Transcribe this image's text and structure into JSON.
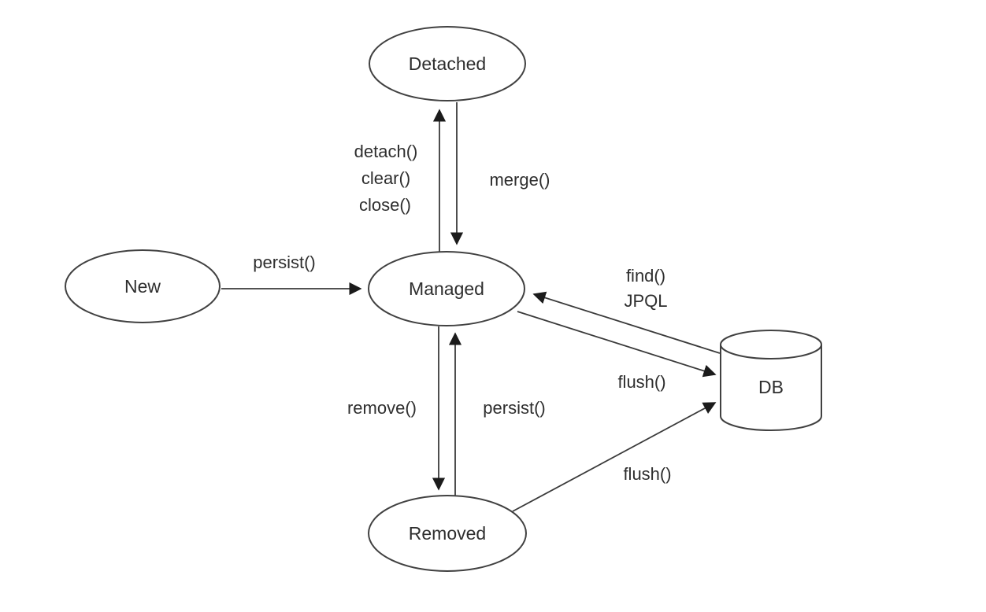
{
  "diagram": {
    "background_color": "#ffffff",
    "stroke_color": "#3a3a3a",
    "text_color": "#2e2e2e",
    "nodes": {
      "detached": {
        "label": "Detached",
        "shape": "ellipse"
      },
      "new": {
        "label": "New",
        "shape": "ellipse"
      },
      "managed": {
        "label": "Managed",
        "shape": "ellipse"
      },
      "removed": {
        "label": "Removed",
        "shape": "ellipse"
      },
      "db": {
        "label": "DB",
        "shape": "cylinder"
      }
    },
    "edges": {
      "detach": {
        "from": "Managed",
        "to": "Detached",
        "label_lines": [
          "detach()",
          "clear()",
          "close()"
        ]
      },
      "merge": {
        "from": "Detached",
        "to": "Managed",
        "label": "merge()"
      },
      "persist_new": {
        "from": "New",
        "to": "Managed",
        "label": "persist()"
      },
      "find": {
        "from": "DB",
        "to": "Managed",
        "label_lines": [
          "find()",
          "JPQL"
        ]
      },
      "flush_managed": {
        "from": "Managed",
        "to": "DB",
        "label": "flush()"
      },
      "remove": {
        "from": "Managed",
        "to": "Removed",
        "label": "remove()"
      },
      "persist_removed": {
        "from": "Removed",
        "to": "Managed",
        "label": "persist()"
      },
      "flush_removed": {
        "from": "Removed",
        "to": "DB",
        "label": "flush()"
      }
    }
  }
}
